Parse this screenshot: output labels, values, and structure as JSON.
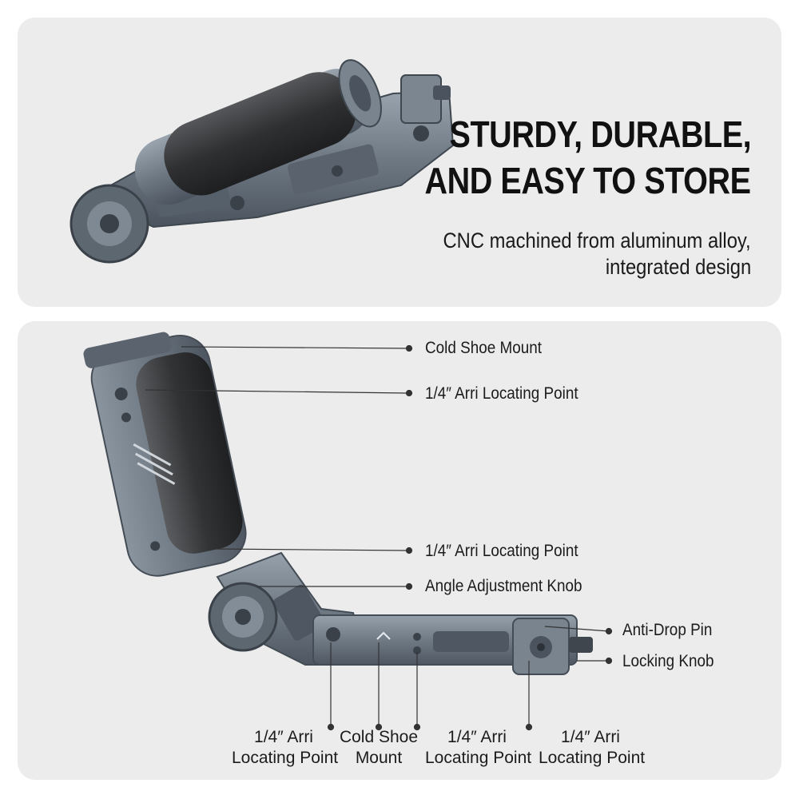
{
  "header": {
    "headline_line1": "STURDY, DURABLE,",
    "headline_line2": "AND EASY TO STORE",
    "subline_line1": "CNC machined from aluminum alloy,",
    "subline_line2": "integrated design"
  },
  "callouts": {
    "cold_shoe_top": "Cold Shoe Mount",
    "arri_top": "1/4″ Arri Locating Point",
    "arri_mid": "1/4″ Arri Locating Point",
    "angle_knob": "Angle Adjustment Knob",
    "anti_drop_pin": "Anti-Drop Pin",
    "locking_knob": "Locking Knob"
  },
  "bottom_labels": [
    {
      "line1": "1/4″ Arri",
      "line2": "Locating Point"
    },
    {
      "line1": "Cold Shoe",
      "line2": "Mount"
    },
    {
      "line1": "1/4″ Arri",
      "line2": "Locating Point"
    },
    {
      "line1": "1/4″ Arri",
      "line2": "Locating Point"
    }
  ],
  "colors": {
    "panel": "#ececec",
    "metal": "#6f7984",
    "metal_dark": "#4b545e",
    "grip": "#2f3032",
    "text": "#111111"
  }
}
